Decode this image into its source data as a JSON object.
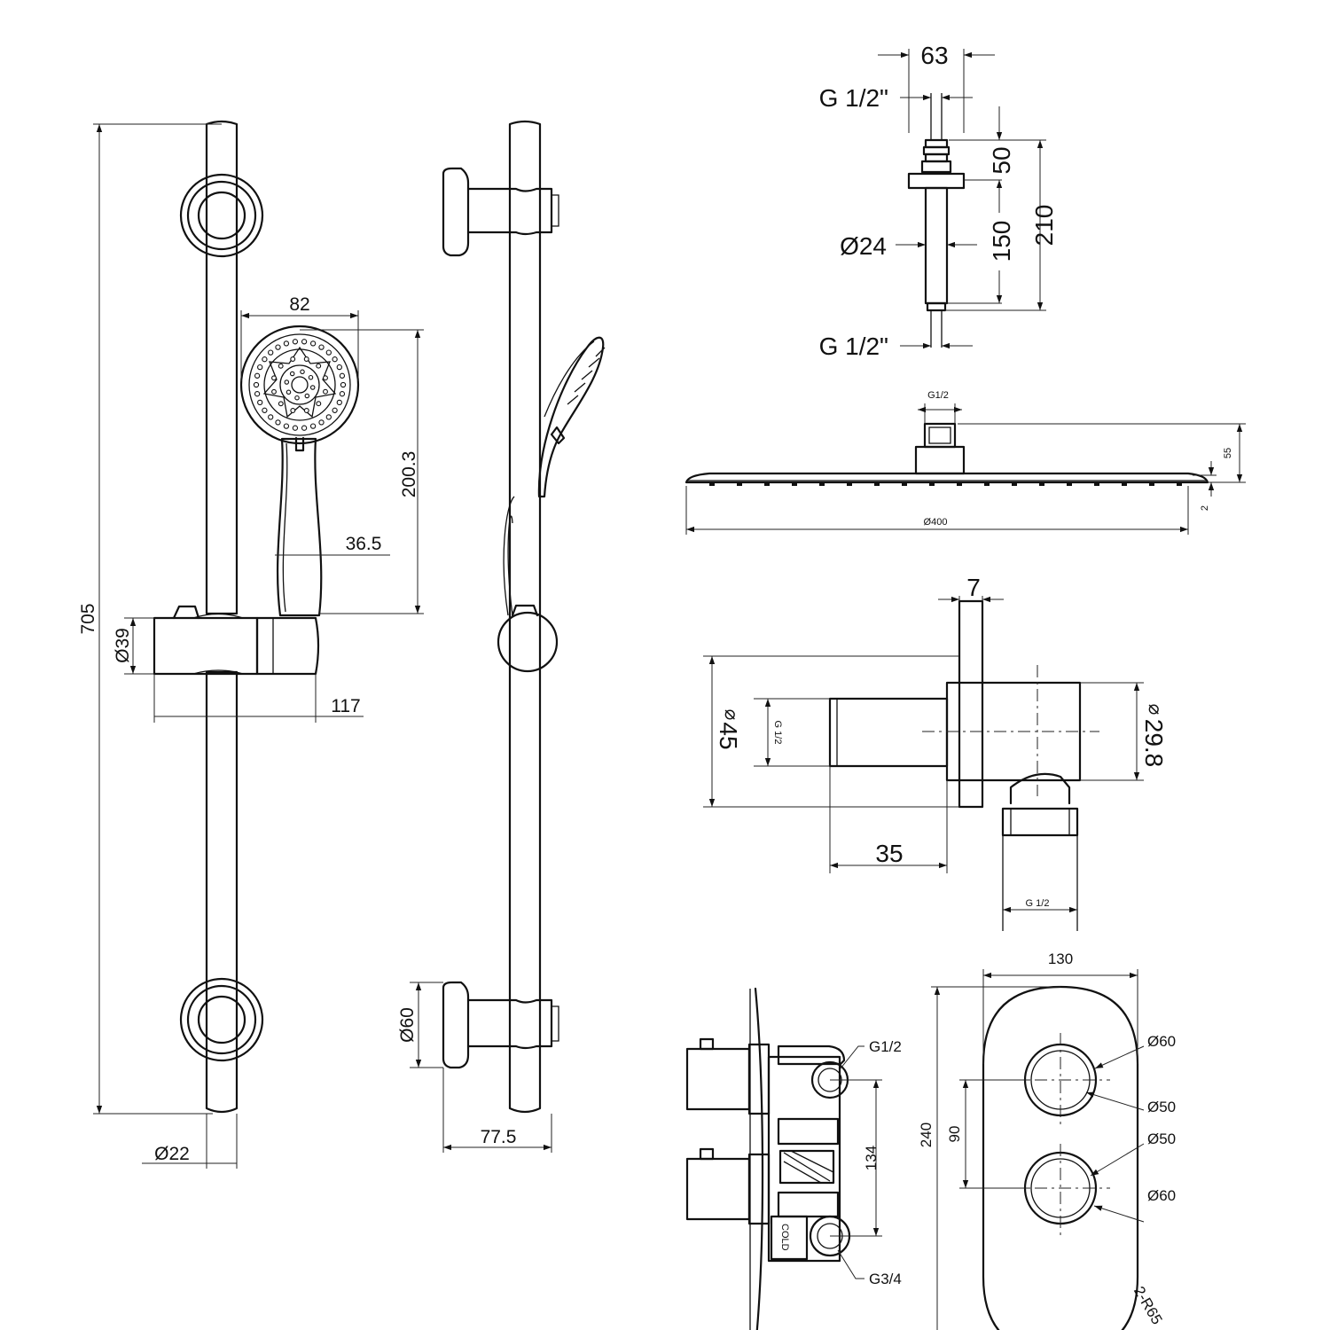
{
  "rail_front": {
    "height": "705",
    "clamp_diameter": "Ø39",
    "slider_offset": "117",
    "rail_diameter": "Ø22"
  },
  "handset": {
    "head_width": "82",
    "length": "200.3",
    "handle_width": "36.5"
  },
  "rail_side": {
    "bracket_diameter": "Ø60",
    "projection": "77.5"
  },
  "ceiling_arm": {
    "width": "63",
    "top_thread": "G 1/2\"",
    "top_section": "50",
    "tube_length": "150",
    "total_length": "210",
    "tube_diameter": "Ø24",
    "bottom_thread": "G 1/2\""
  },
  "shower_head": {
    "inlet": "G1/2",
    "diameter": "Ø400",
    "height": "55",
    "plate": "2"
  },
  "wall_outlet": {
    "plate_thickness": "7",
    "body_diameter": "45",
    "inlet_thread": "G 1/2",
    "outlet_diameter": "29.8",
    "depth": "35",
    "outlet_thread": "G 1/2",
    "dia_symbol": "⌀"
  },
  "valve_side": {
    "top_inlet": "G1/2",
    "centres": "134",
    "bottom_inlet": "G3/4",
    "label": "COLD"
  },
  "valve_plate": {
    "width": "130",
    "height": "240",
    "centres": "90",
    "top_outer": "Ø60",
    "top_inner": "Ø50",
    "bottom_inner": "Ø50",
    "bottom_outer": "Ø60",
    "radius": "2-R65"
  }
}
